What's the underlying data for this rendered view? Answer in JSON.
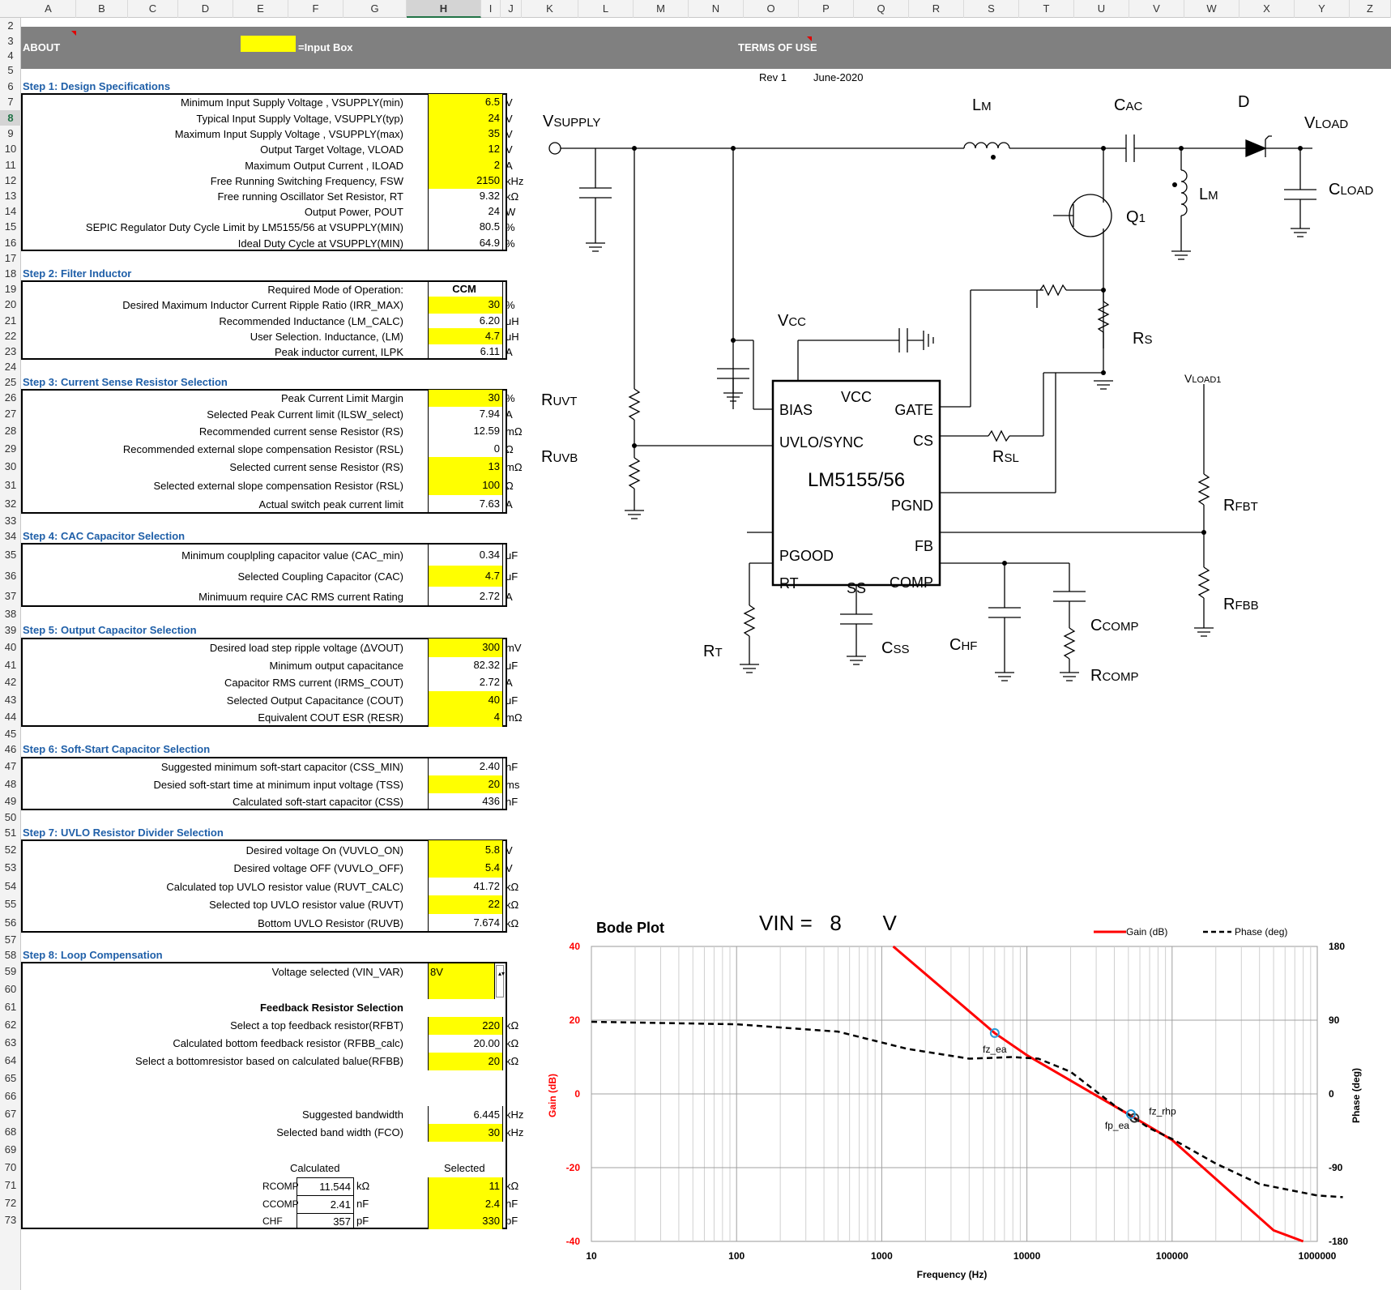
{
  "columns": [
    "A",
    "B",
    "C",
    "D",
    "E",
    "F",
    "G",
    "H",
    "I",
    "J",
    "K",
    "L",
    "M",
    "N",
    "O",
    "P",
    "Q",
    "R",
    "S",
    "T",
    "U",
    "V",
    "W",
    "X",
    "Y",
    "Z"
  ],
  "rows": [
    "2",
    "3",
    "4",
    "5",
    "6",
    "7",
    "8",
    "9",
    "10",
    "11",
    "12",
    "13",
    "14",
    "15",
    "16",
    "17",
    "18",
    "19",
    "20",
    "21",
    "22",
    "23",
    "24",
    "25",
    "26",
    "27",
    "28",
    "29",
    "30",
    "31",
    "32",
    "33",
    "34",
    "35",
    "36",
    "37",
    "38",
    "39",
    "40",
    "41",
    "42",
    "43",
    "44",
    "45",
    "46",
    "47",
    "48",
    "49",
    "50",
    "51",
    "52",
    "53",
    "54",
    "55",
    "56",
    "57",
    "58",
    "59",
    "60",
    "61",
    "62",
    "63",
    "64",
    "65",
    "66",
    "67",
    "68",
    "69",
    "70",
    "71",
    "72",
    "73"
  ],
  "banner": {
    "about": "ABOUT",
    "input_legend": "=Input Box",
    "terms": "TERMS OF USE"
  },
  "revision": {
    "rev": "Rev 1",
    "date": "June-2020"
  },
  "steps": [
    {
      "title": "Step 1: Design Specifications"
    },
    {
      "title": "Step 2: Filter Inductor"
    },
    {
      "title": "Step 3: Current Sense Resistor Selection"
    },
    {
      "title": "Step 4: CAC Capacitor Selection"
    },
    {
      "title": "Step 5: Output Capacitor Selection"
    },
    {
      "title": "Step 6: Soft-Start Capacitor Selection"
    },
    {
      "title": "Step 7: UVLO Resistor Divider Selection"
    },
    {
      "title": "Step 8: Loop Compensation"
    }
  ],
  "step1": [
    {
      "label": "Minimum Input Supply Voltage , VSUPPLY(min)",
      "value": "6.5",
      "unit": "V"
    },
    {
      "label": "Typical Input Supply Voltage, VSUPPLY(typ)",
      "value": "24",
      "unit": "V"
    },
    {
      "label": "Maximum Input Supply Voltage , VSUPPLY(max)",
      "value": "35",
      "unit": "V"
    },
    {
      "label": "Output Target Voltage, VLOAD",
      "value": "12",
      "unit": "V"
    },
    {
      "label": "Maximum Output Current , ILOAD",
      "value": "2",
      "unit": "A"
    },
    {
      "label": "Free Running Switching Frequency, FSW",
      "value": "2150",
      "unit": "kHz"
    },
    {
      "label": "Free running Oscillator Set Resistor, RT",
      "value": "9.32",
      "unit": "kΩ"
    },
    {
      "label": "Output Power, POUT",
      "value": "24",
      "unit": "W"
    },
    {
      "label": "SEPIC Regulator Duty Cycle Limit by LM5155/56 at VSUPPLY(MIN)",
      "value": "80.5",
      "unit": "%"
    },
    {
      "label": "Ideal Duty Cycle at VSUPPLY(MIN)",
      "value": "64.9",
      "unit": "%"
    }
  ],
  "step2": [
    {
      "label": "Required Mode of Operation:",
      "value": "CCM",
      "unit": ""
    },
    {
      "label": "Desired Maximum Inductor Current Ripple Ratio (IRR_MAX)",
      "value": "30",
      "unit": "%"
    },
    {
      "label": "Recommended Inductance (LM_CALC)",
      "value": "6.20",
      "unit": "uH"
    },
    {
      "label": "User Selection. Inductance, (LM)",
      "value": "4.7",
      "unit": "uH"
    },
    {
      "label": "Peak inductor current, ILPK",
      "value": "6.11",
      "unit": "A"
    }
  ],
  "step3": [
    {
      "label": "Peak Current Limit Margin",
      "value": "30",
      "unit": "%"
    },
    {
      "label": "Selected Peak Current limit (ILSW_select)",
      "value": "7.94",
      "unit": "A"
    },
    {
      "label": "Recommended current sense Resistor (RS)",
      "value": "12.59",
      "unit": "mΩ"
    },
    {
      "label": "Recommended external slope compensation Resistor (RSL)",
      "value": "0",
      "unit": "Ω"
    },
    {
      "label": "Selected current sense Resistor (RS)",
      "value": "13",
      "unit": "mΩ"
    },
    {
      "label": "Selected external slope compensation Resistor (RSL)",
      "value": "100",
      "unit": "Ω"
    },
    {
      "label": "Actual switch peak current limit",
      "value": "7.63",
      "unit": "A"
    }
  ],
  "step4": [
    {
      "label": "Minimum couplpling capacitor value (CAC_min)",
      "value": "0.34",
      "unit": "uF"
    },
    {
      "label": "Selected Coupling Capacitor (CAC)",
      "value": "4.7",
      "unit": "uF"
    },
    {
      "label": "Minimuum require CAC RMS current Rating",
      "value": "2.72",
      "unit": "A"
    }
  ],
  "step5": [
    {
      "label": "Desired load step ripple voltage (ΔVOUT)",
      "value": "300",
      "unit": "mV"
    },
    {
      "label": "Minimum output capacitance",
      "value": "82.32",
      "unit": "uF"
    },
    {
      "label": "Capacitor RMS current (IRMS_COUT)",
      "value": "2.72",
      "unit": "A"
    },
    {
      "label": "Selected Output Capacitance (COUT)",
      "value": "40",
      "unit": "uF"
    },
    {
      "label": "Equivalent COUT ESR (RESR)",
      "value": "4",
      "unit": "mΩ"
    }
  ],
  "step6": [
    {
      "label": "Suggested minimum soft-start capacitor (CSS_MIN)",
      "value": "2.40",
      "unit": "nF"
    },
    {
      "label": "Desied soft-start time at minimum input voltage (TSS)",
      "value": "20",
      "unit": "ms"
    },
    {
      "label": "Calculated soft-start capacitor (CSS)",
      "value": "436",
      "unit": "nF"
    }
  ],
  "step7": [
    {
      "label": "Desired voltage On (VUVLO_ON)",
      "value": "5.8",
      "unit": "V"
    },
    {
      "label": "Desired voltage OFF (VUVLO_OFF)",
      "value": "5.4",
      "unit": "V"
    },
    {
      "label": "Calculated top UVLO resistor value (RUVT_CALC)",
      "value": "41.72",
      "unit": "kΩ"
    },
    {
      "label": "Selected top UVLO resistor value (RUVT)",
      "value": "22",
      "unit": "kΩ"
    },
    {
      "label": "Bottom UVLO Resistor (RUVB)",
      "value": "7.674",
      "unit": "kΩ"
    }
  ],
  "step8": {
    "voltage_label": "Voltage selected (VIN_VAR)",
    "voltage_value": "8V",
    "fb_heading": "Feedback Resistor Selection",
    "fb": [
      {
        "label": "Select a top feedback resistor(RFBT)",
        "value": "220",
        "unit": "kΩ"
      },
      {
        "label": "Calculated bottom feedback resistor (RFBB_calc)",
        "value": "20.00",
        "unit": "kΩ"
      },
      {
        "label": "Select a bottomresistor based on calculated balue(RFBB)",
        "value": "20",
        "unit": "kΩ"
      }
    ],
    "bw": [
      {
        "label": "Suggested bandwidth",
        "value": "6.445",
        "unit": "kHz"
      },
      {
        "label": "Selected band width (FCO)",
        "value": "30",
        "unit": "kHz"
      }
    ],
    "calc_header": "Calculated",
    "sel_header": "Selected",
    "comp": [
      {
        "name": "RCOMP",
        "calc": "11.544",
        "calc_unit": "kΩ",
        "sel": "11",
        "sel_unit": "kΩ"
      },
      {
        "name": "CCOMP",
        "calc": "2.41",
        "calc_unit": "nF",
        "sel": "2.4",
        "sel_unit": "nF"
      },
      {
        "name": "CHF",
        "calc": "357",
        "calc_unit": "pF",
        "sel": "330",
        "sel_unit": "pF"
      }
    ]
  },
  "schematic": {
    "ic_name": "LM5155/56",
    "pins_left": [
      "BIAS",
      "UVLO/SYNC",
      "PGOOD",
      "RT"
    ],
    "pins_right": [
      "GATE",
      "CS",
      "PGND",
      "FB",
      "COMP"
    ],
    "pins_top": [
      "VCC"
    ],
    "pins_bottom": [
      "SS"
    ]
  },
  "chart_data": {
    "type": "line",
    "title": "Bode Plot",
    "annotation": "VIN =   8       V",
    "xlabel": "Frequency (Hz)",
    "ylabel": "Gain (dB)",
    "y2label": "Phase (deg)",
    "xscale": "log",
    "xlim": [
      10,
      1000000
    ],
    "ylim": [
      -40,
      40
    ],
    "y2lim": [
      -180,
      180
    ],
    "x_ticks": [
      "10",
      "100",
      "1000",
      "10000",
      "100000",
      "1000000"
    ],
    "y_ticks": [
      "40",
      "20",
      "0",
      "-20",
      "-40"
    ],
    "y2_ticks": [
      "180",
      "90",
      "0",
      "-90",
      "-180"
    ],
    "legend_position": "top-right",
    "series": [
      {
        "name": "Gain (dB)",
        "color": "#ff0000",
        "x": [
          1200,
          6000,
          10000,
          50000,
          100000,
          500000,
          800000
        ],
        "y": [
          40,
          16.5,
          10.5,
          -5.5,
          -12.5,
          -37,
          -40
        ]
      },
      {
        "name": "Phase (deg)",
        "color": "#000000",
        "x": [
          10,
          100,
          500,
          1500,
          4000,
          8000,
          12000,
          20000,
          40000,
          70000,
          100000,
          200000,
          400000,
          1000000,
          1500000
        ],
        "y": [
          88,
          85,
          76,
          55,
          43,
          45,
          43,
          27,
          -14,
          -42,
          -55,
          -85,
          -110,
          -124,
          -126
        ]
      }
    ],
    "markers": [
      {
        "label": "fz_ea",
        "x": 6000,
        "y": 16.5
      },
      {
        "label": "fz_rhp",
        "x": 55000,
        "y": -6.5
      },
      {
        "label": "fp_ea",
        "x": 52000,
        "y": -5.5
      }
    ]
  }
}
